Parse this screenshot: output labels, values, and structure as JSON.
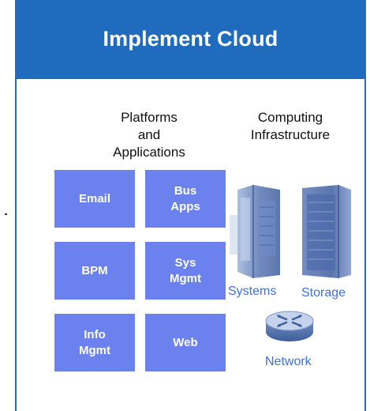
{
  "header": {
    "title": "Implement Cloud"
  },
  "sections": {
    "platforms_heading": [
      "Platforms",
      "and",
      "Applications"
    ],
    "computing_heading": [
      "Computing",
      "Infrastructure"
    ]
  },
  "tiles": [
    {
      "label": "Email"
    },
    {
      "label": "Bus\nApps"
    },
    {
      "label": "BPM"
    },
    {
      "label": "Sys\nMgmt"
    },
    {
      "label": "Info\nMgmt"
    },
    {
      "label": "Web"
    }
  ],
  "infrastructure": {
    "systems_label": "Systems",
    "storage_label": "Storage",
    "network_label": "Network"
  },
  "colors": {
    "header_bg": "#1f6cbf",
    "tile_bg": "#6b82ee",
    "label_blue": "#3f6fd8"
  }
}
